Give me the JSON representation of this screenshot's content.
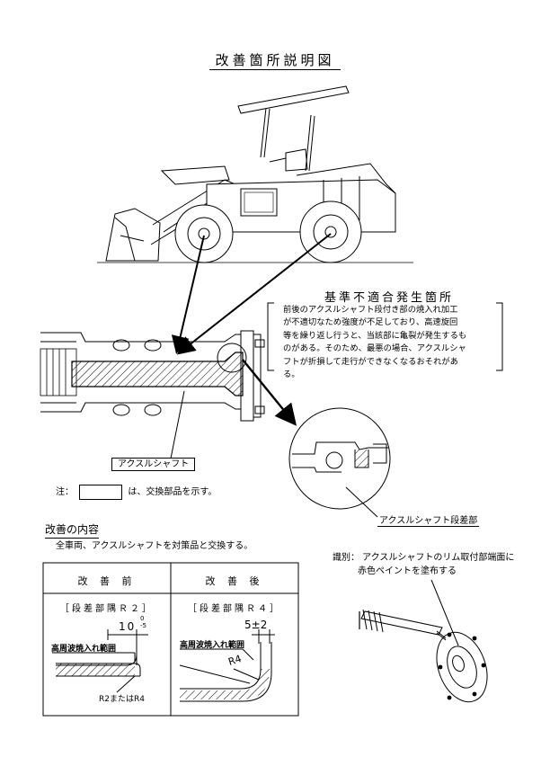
{
  "title": "改善箇所説明図",
  "callout": {
    "title": "基準不適合発生箇所",
    "lines": [
      "前後のアクスルシャフト段付き部の焼入れ加工",
      "が不適切なため強度が不足しており、高速旋回",
      "等を繰り返し行うと、当該部に亀裂が発生するも",
      "のがある。そのため、最悪の場合、アクスルシャ",
      "フトが折損して走行ができなくなるおそれがあ",
      "る。"
    ]
  },
  "labels": {
    "axle_shaft": "アクスルシャフト",
    "axle_step": "アクスルシャフト段差部"
  },
  "note": {
    "prefix": "注：",
    "suffix": "は、交換部品を示す。"
  },
  "improvement": {
    "heading": "改善の内容",
    "body": "全車両、アクスルシャフトを対策品と交換する。"
  },
  "table": {
    "before": {
      "header": "改 善 前",
      "sub": "［段差部隅Ｒ２］",
      "dim_main": "10",
      "dim_top": "0",
      "dim_bottom": "-5",
      "hardening": "高周波焼入れ範囲",
      "radius": "R2またはR4"
    },
    "after": {
      "header": "改 善 後",
      "sub": "［段差部隅Ｒ４］",
      "dim": "5±2",
      "hardening": "高周波焼入れ範囲",
      "radius": "R4"
    }
  },
  "identification": {
    "lines": [
      "識別：  アクスルシャフトのリム取付部端面に",
      "赤色ペイントを塗布する"
    ]
  }
}
